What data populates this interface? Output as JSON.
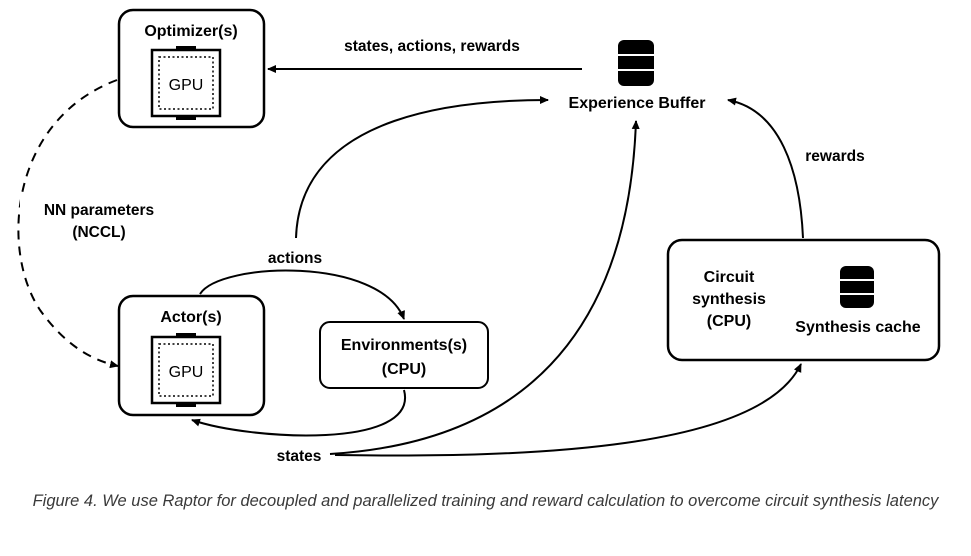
{
  "diagram": {
    "nodes": {
      "optimizer": {
        "label": "Optimizer(s)",
        "chip": "GPU"
      },
      "actor": {
        "label": "Actor(s)",
        "chip": "GPU"
      },
      "environments": {
        "line1": "Environments(s)",
        "line2": "(CPU)"
      },
      "experience_buffer": {
        "label": "Experience Buffer",
        "icon": "database-icon"
      },
      "circuit_synthesis": {
        "line1": "Circuit",
        "line2": "synthesis",
        "line3": "(CPU)",
        "cache_label": "Synthesis cache",
        "cache_icon": "database-icon"
      }
    },
    "edges": {
      "buffer_to_optimizer": "states, actions, rewards",
      "nn_params_line1": "NN parameters",
      "nn_params_line2": "(NCCL)",
      "actions": "actions",
      "states": "states",
      "rewards": "rewards"
    }
  },
  "caption": "Figure 4. We use Raptor for decoupled and parallelized training and reward calculation to overcome circuit synthesis latency"
}
